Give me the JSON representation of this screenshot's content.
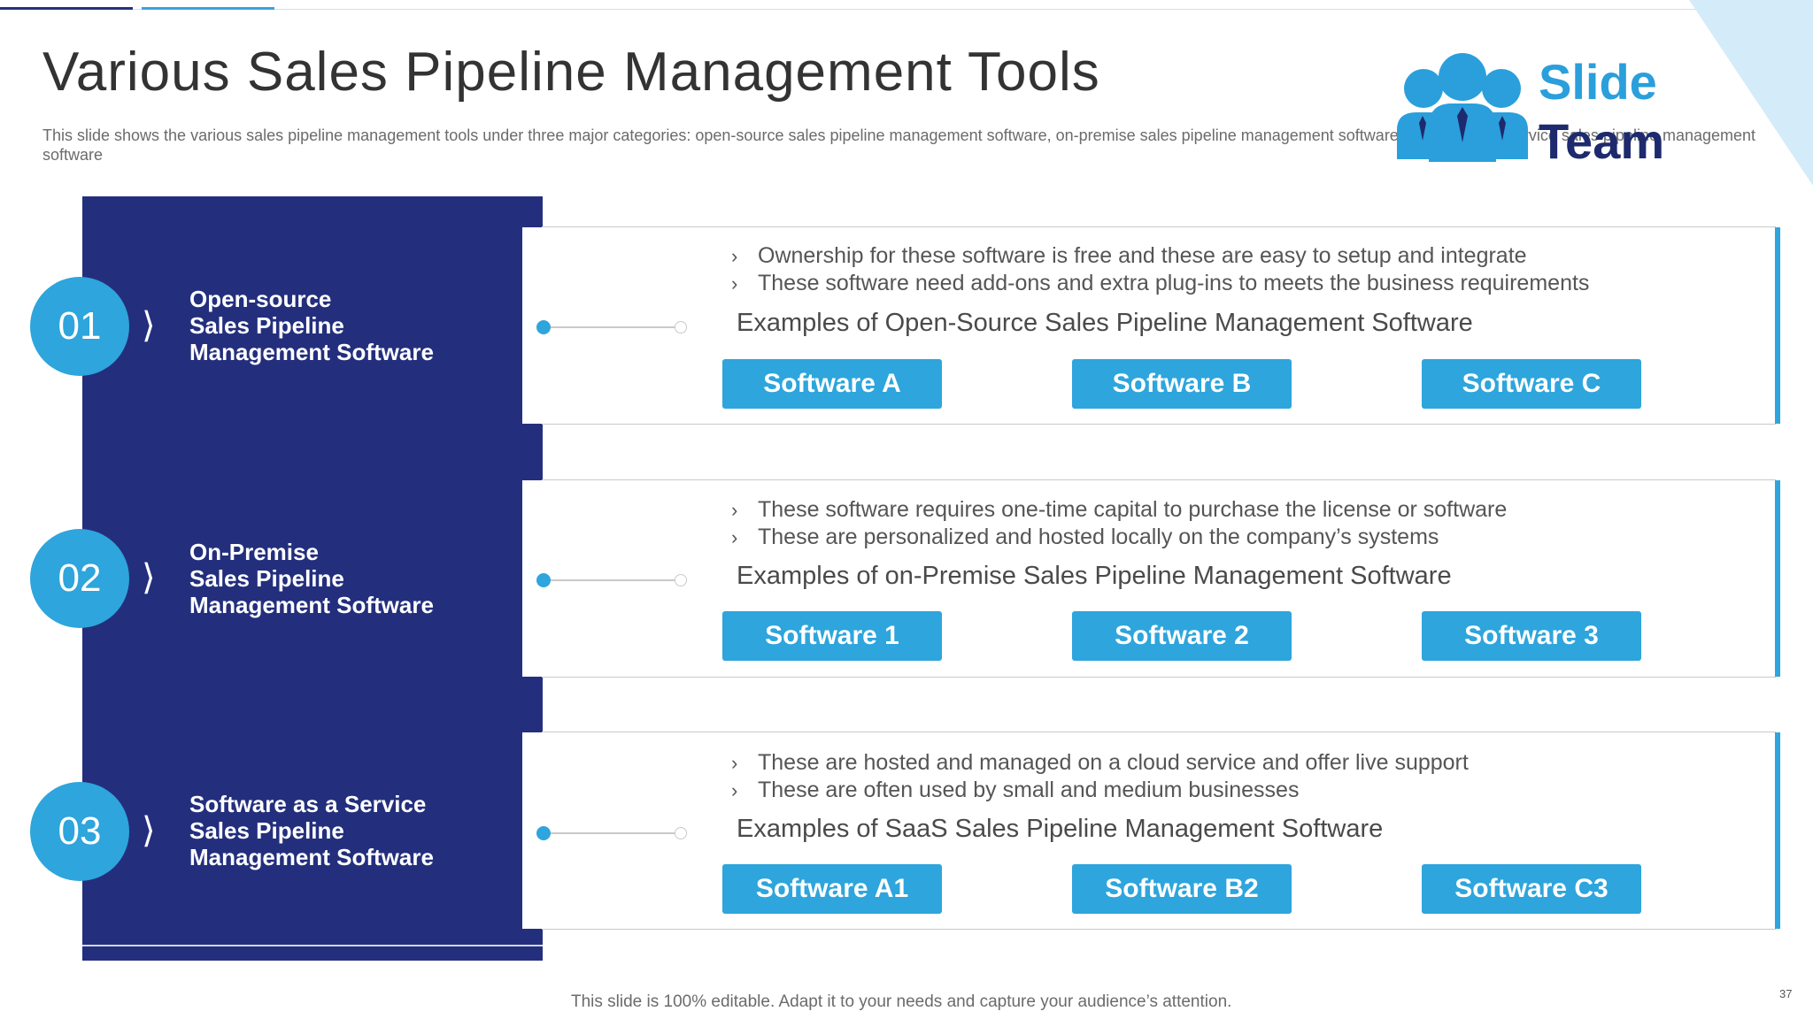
{
  "slide": {
    "title": "Various Sales Pipeline Management Tools",
    "subtitle": "This slide shows the various sales pipeline management tools under three major categories: open-source sales pipeline management software, on-premise sales pipeline management software, software as a service sales pipeline management software",
    "footer": "This slide is 100% editable. Adapt it to your needs and capture your audience’s attention.",
    "page_number": "37"
  },
  "logo": {
    "word1": "Slide",
    "word2": "Team",
    "icon": "people-group-icon"
  },
  "colors": {
    "navy": "#232f7d",
    "accent": "#2ea5dc",
    "corner": "#d4ecf9"
  },
  "categories": [
    {
      "number": "01",
      "lines": [
        "Open-source",
        "Sales Pipeline",
        "Management Software"
      ],
      "bullets": [
        "Ownership for these software is free and these are easy to setup and integrate",
        "These software need add-ons and extra plug-ins to meets the business requirements"
      ],
      "examples_heading": "Examples of Open-Source Sales Pipeline Management Software",
      "buttons": [
        "Software A",
        "Software B",
        "Software C"
      ]
    },
    {
      "number": "02",
      "lines": [
        "On-Premise",
        "Sales Pipeline",
        "Management Software"
      ],
      "bullets": [
        "These software requires one-time capital to purchase the license or software",
        "These are personalized and hosted locally on the company’s systems"
      ],
      "examples_heading": "Examples of on-Premise Sales Pipeline Management Software",
      "buttons": [
        "Software 1",
        "Software 2",
        "Software 3"
      ]
    },
    {
      "number": "03",
      "lines": [
        "Software as a Service",
        "Sales Pipeline",
        "Management Software"
      ],
      "bullets": [
        "These are hosted and managed on a cloud service and offer live support",
        "These are often used by small and medium businesses"
      ],
      "examples_heading": "Examples of SaaS Sales Pipeline Management Software",
      "buttons": [
        "Software A1",
        "Software B2",
        "Software C3"
      ]
    }
  ]
}
